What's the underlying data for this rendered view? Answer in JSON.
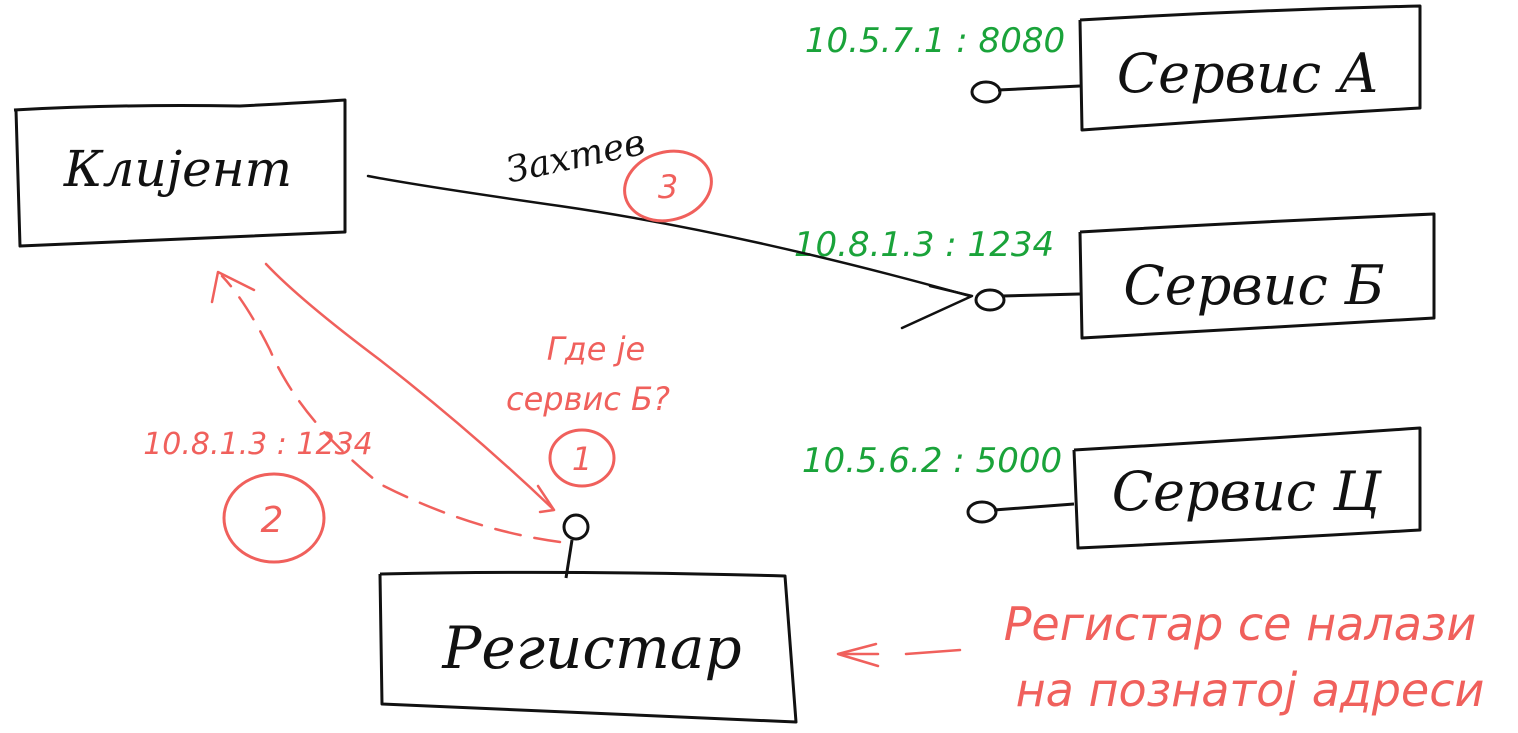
{
  "colors": {
    "ink": "#111111",
    "address": "#1aa33a",
    "annotation": "#f0605c",
    "background": "#ffffff"
  },
  "nodes": {
    "client": "Клијент",
    "registry": "Регистар",
    "service_a": "Сервис А",
    "service_b": "Сервис Б",
    "service_c": "Сервис Ц"
  },
  "addresses": {
    "service_a": "10.5.7.1 : 8080",
    "service_b": "10.8.1.3 : 1234",
    "service_c": "10.5.6.2 : 5000"
  },
  "flow": {
    "request_label": "Захтев",
    "query_line1": "Где је",
    "query_line2": "сервис Б?",
    "response_address": "10.8.1.3 : 1234",
    "step1": "1",
    "step2": "2",
    "step3": "3"
  },
  "note": {
    "line1": "Регистар се налази",
    "line2": "на познатој адреси"
  }
}
